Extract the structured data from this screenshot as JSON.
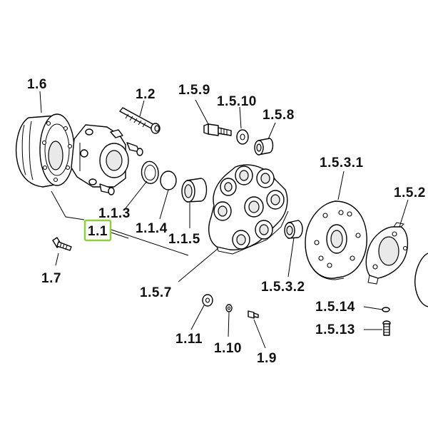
{
  "labels": {
    "l_1_6": "1.6",
    "l_1_2": "1.2",
    "l_1_5_9": "1.5.9",
    "l_1_5_10": "1.5.10",
    "l_1_5_8": "1.5.8",
    "l_1_5_3_1": "1.5.3.1",
    "l_1_5_2": "1.5.2",
    "l_1_1_3": "1.1.3",
    "l_1_1": "1.1",
    "l_1_1_4": "1.1.4",
    "l_1_1_5": "1.1.5",
    "l_1_7": "1.7",
    "l_1_5_7": "1.5.7",
    "l_1_5_3_2": "1.5.3.2",
    "l_1_5_14": "1.5.14",
    "l_1_5_13": "1.5.13",
    "l_1_11": "1.11",
    "l_1_10": "1.10",
    "l_1_9": "1.9"
  },
  "highlight": {
    "label_key": "l_1_1",
    "color": "#8fce3d"
  }
}
